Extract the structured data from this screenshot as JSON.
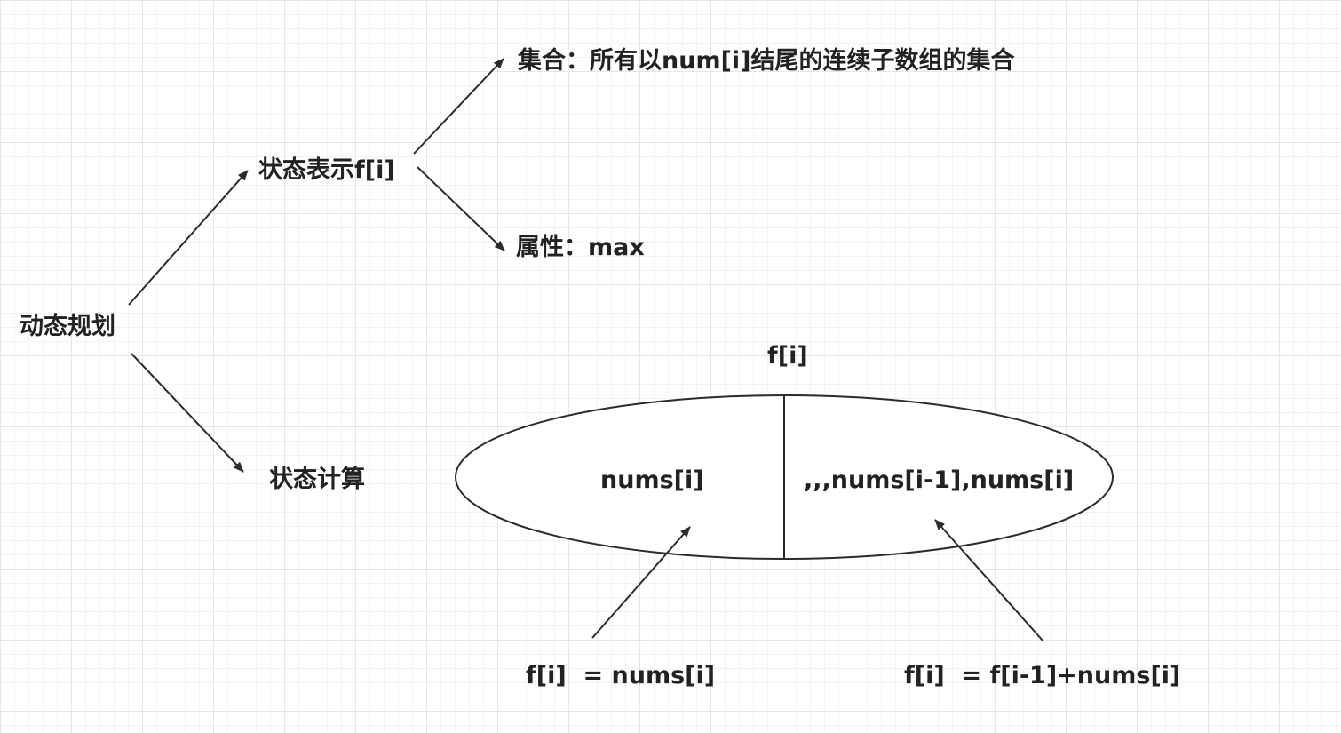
{
  "colors": {
    "stroke": "#2b2b2b",
    "text": "#222222",
    "grid": "#e6e6e6"
  },
  "labels": {
    "root": "动态规划",
    "state_repr": "状态表示f[i]",
    "state_calc": "状态计算",
    "set": "集合：所有以num[i]结尾的连续子数组的集合",
    "attr": "属性：max",
    "ellipse_title": "f[i]",
    "left_half": "nums[i]",
    "right_half": ",,,nums[i-1],nums[i]",
    "formula_left": "f[i]  = nums[i]",
    "formula_right": "f[i]  = f[i-1]+nums[i]"
  }
}
